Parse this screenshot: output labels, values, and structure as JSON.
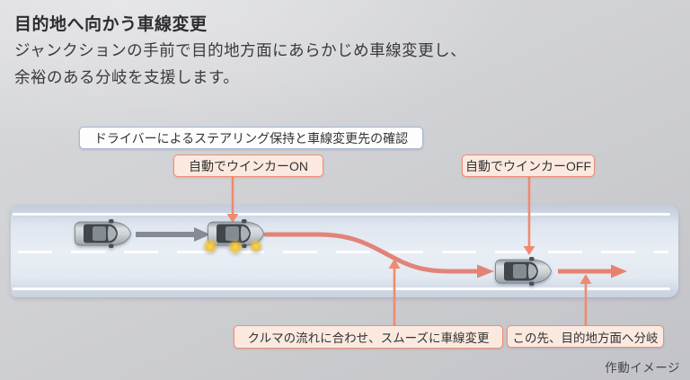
{
  "header": {
    "title": "目的地へ向かう車線変更",
    "subtitle_lines": [
      "ジャンクションの手前で目的地方面にあらかじめ車線変更し、",
      "余裕のある分岐を支援します。"
    ]
  },
  "callouts": {
    "driver_confirm": "ドライバーによるステアリング保持と車線変更先の確認",
    "blinker_on": "自動でウインカーON",
    "blinker_off": "自動でウインカーOFF",
    "smooth_lane_change": "クルマの流れに合わせ、スムーズに車線変更",
    "branch_ahead": "この先、目的地方面へ分岐"
  },
  "footer": {
    "caption": "作動イメージ"
  },
  "icons": {
    "car": "car-top-view-icon",
    "forward_arrow": "gray-right-arrow-icon",
    "lane_change_path": "red-curve-arrow-icon",
    "exit_arrow": "red-right-arrow-icon",
    "turn_signal": "yellow-blinker-glow"
  },
  "colors": {
    "accent_salmon": "#e8826f",
    "callout_border_salmon": "#ef8f74",
    "callout_fill_salmon": "#fbe9e0",
    "callout_border_blue": "#a3b9d6",
    "road_fill": "#e5eaf2",
    "lane_marking": "#fdfdfe",
    "blinker_yellow": "#f6c733",
    "arrow_gray": "#878b91"
  }
}
